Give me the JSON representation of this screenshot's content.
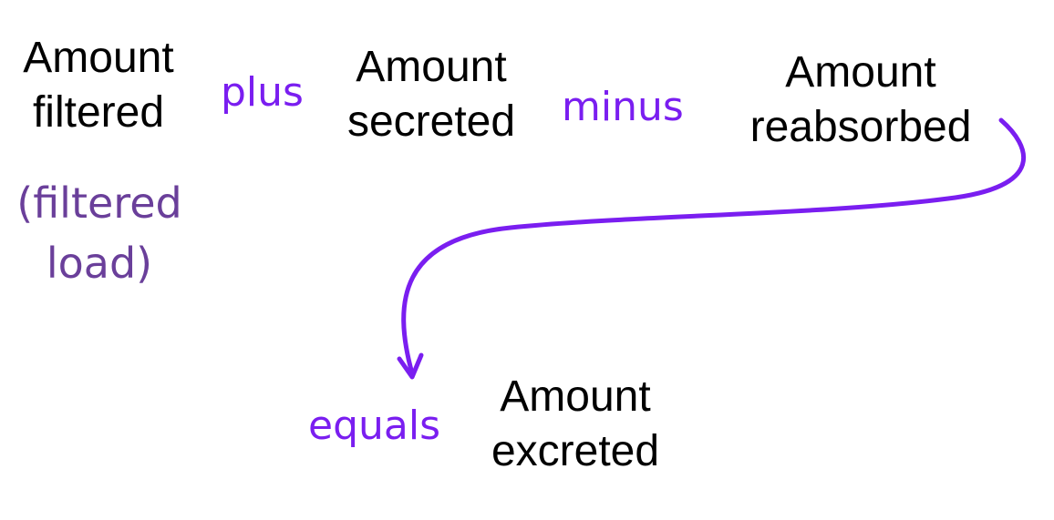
{
  "terms": {
    "filtered": {
      "line1": "Amount",
      "line2": "filtered"
    },
    "secreted": {
      "line1": "Amount",
      "line2": "secreted"
    },
    "reabsorbed": {
      "line1": "Amount",
      "line2": "reabsorbed"
    },
    "excreted": {
      "line1": "Amount",
      "line2": "excreted"
    }
  },
  "operators": {
    "plus": "plus",
    "minus": "minus",
    "equals": "equals"
  },
  "note": {
    "line1": "(filtered",
    "line2": "load)"
  },
  "colors": {
    "operator": "#7a1ef0",
    "note": "#6a3f9a",
    "arrow": "#7a1ef0",
    "text": "#000000"
  }
}
